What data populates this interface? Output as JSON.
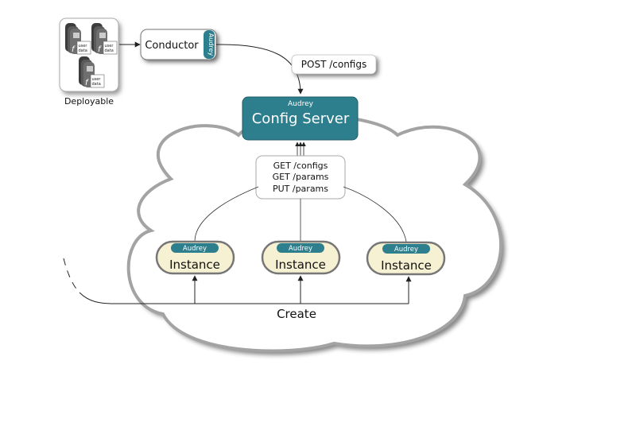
{
  "deployable": {
    "label": "Deployable",
    "images": [
      {
        "badge": "user data"
      },
      {
        "badge": "user data"
      },
      {
        "badge": "user data"
      }
    ]
  },
  "conductor": {
    "label": "Conductor",
    "tag": "Audrey"
  },
  "post_label": "POST /configs",
  "config_server": {
    "tag": "Audrey",
    "label": "Config Server"
  },
  "api": {
    "lines": [
      "GET /configs",
      "GET /params",
      "PUT /params"
    ]
  },
  "instances": [
    {
      "tag": "Audrey",
      "label": "Instance"
    },
    {
      "tag": "Audrey",
      "label": "Instance"
    },
    {
      "tag": "Audrey",
      "label": "Instance"
    }
  ],
  "create_label": "Create",
  "colors": {
    "teal": "#2e7f8e",
    "instance_fill": "#f6f1d2",
    "cloud_stroke": "#9a9a9a",
    "line": "#222222"
  }
}
